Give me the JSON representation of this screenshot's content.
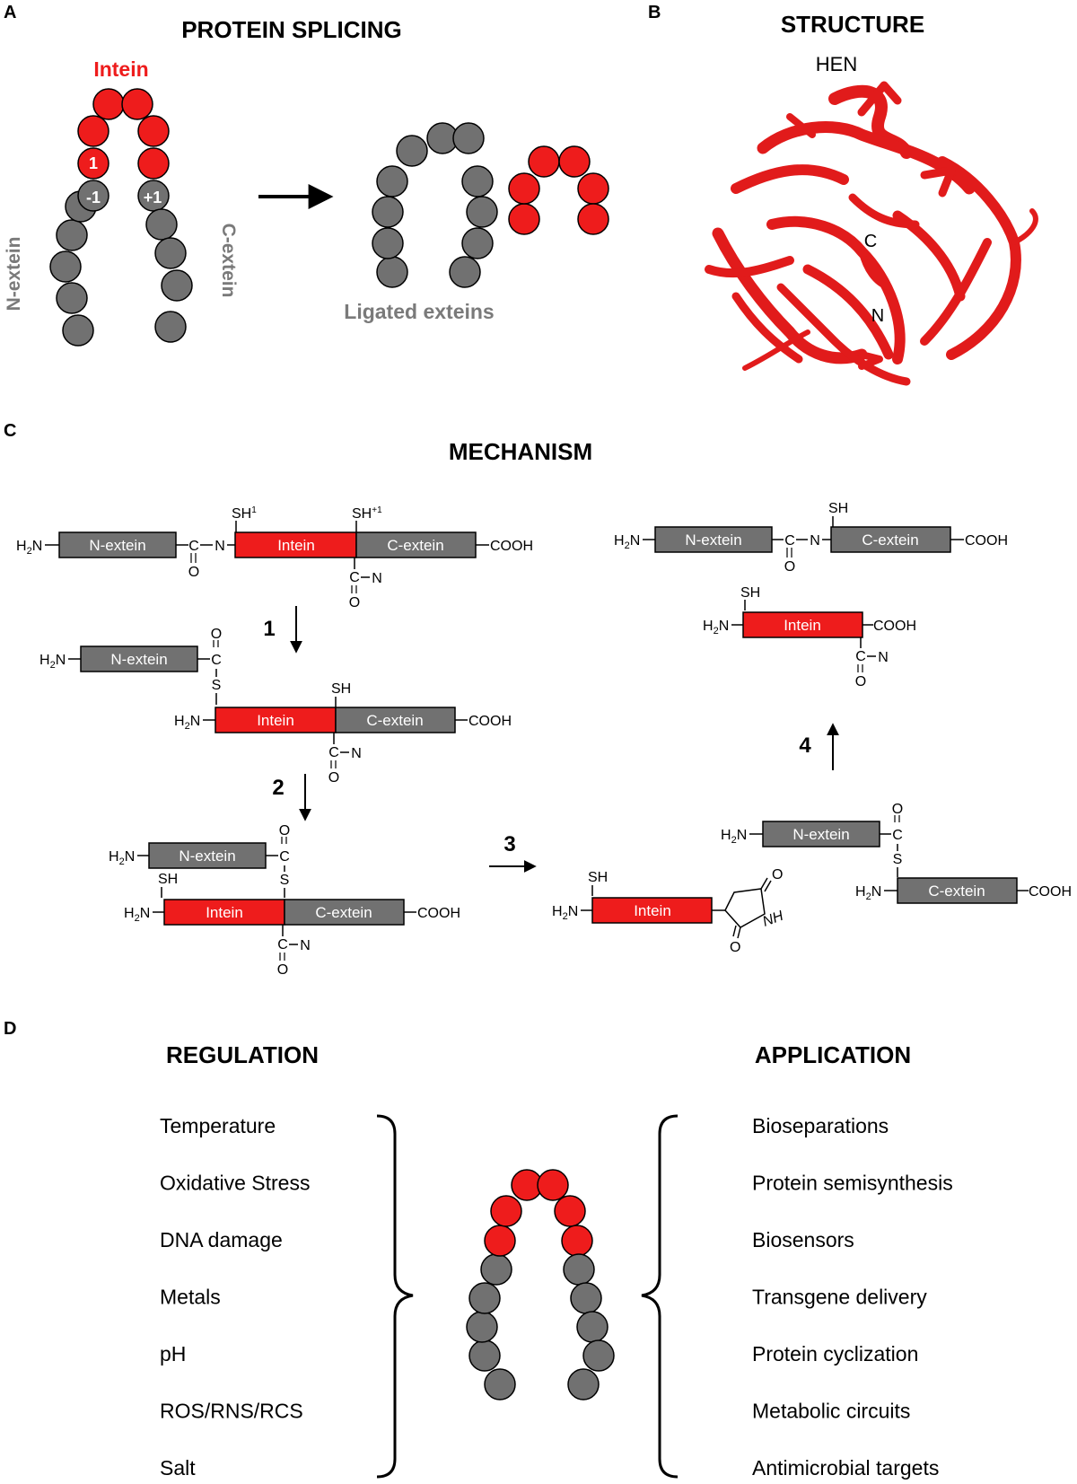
{
  "panels": {
    "a": {
      "letter": "A",
      "title": "PROTEIN SPLICING",
      "intein_label": "Intein",
      "n_extein_label": "N-extein",
      "c_extein_label": "C-extein",
      "pos_1": "1",
      "pos_minus1": "-1",
      "pos_plus1": "+1",
      "ligated_label": "Ligated exteins"
    },
    "b": {
      "letter": "B",
      "title": "STRUCTURE",
      "hen_label": "HEN",
      "c_term": "C",
      "n_term": "N"
    },
    "c": {
      "letter": "C",
      "title": "MECHANISM",
      "steps": [
        "1",
        "2",
        "3",
        "4"
      ],
      "box": {
        "n_extein": "N-extein",
        "c_extein": "C-extein",
        "intein": "Intein"
      },
      "chem": {
        "h2n_h": "H",
        "h2n_sub": "2",
        "h2n_n": "N",
        "cooh": "COOH",
        "sh": "SH",
        "sup1": "1",
        "sup_plus1": "+1",
        "c": "C",
        "o": "O",
        "n": "N",
        "s": "S",
        "nh": "NH"
      }
    },
    "d": {
      "letter": "D",
      "regulation_title": "REGULATION",
      "application_title": "APPLICATION",
      "regulation": [
        "Temperature",
        "Oxidative Stress",
        "DNA damage",
        "Metals",
        "pH",
        "ROS/RNS/RCS",
        "Salt"
      ],
      "application": [
        "Bioseparations",
        "Protein semisynthesis",
        "Biosensors",
        "Transgene delivery",
        "Protein cyclization",
        "Metabolic circuits",
        "Antimicrobial targets"
      ]
    }
  },
  "colors": {
    "intein": "#ee1c1c",
    "extein": "#717171",
    "structure": "#e11b1b",
    "text_gray": "#7a7a7a",
    "intein_label": "#ee1c1c"
  }
}
